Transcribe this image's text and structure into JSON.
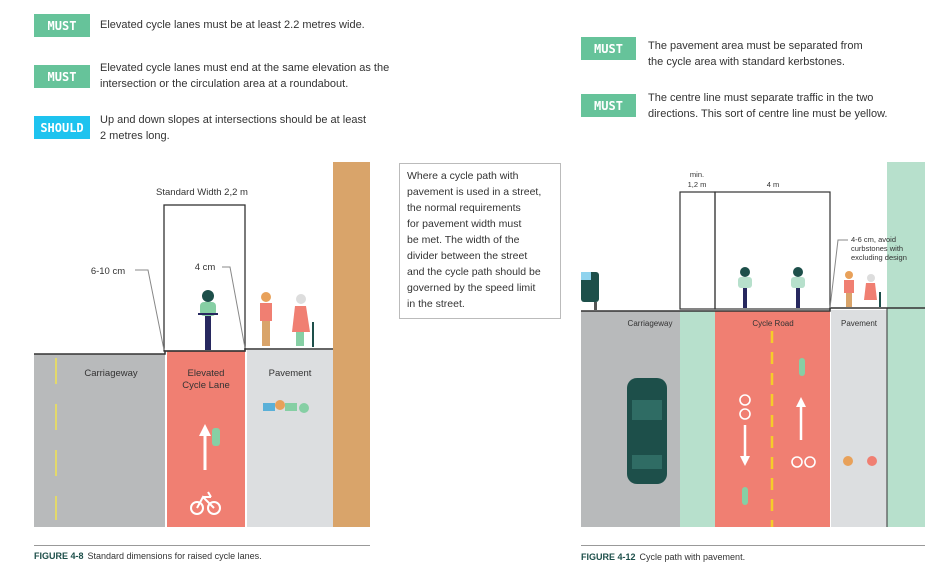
{
  "left_requirements": [
    {
      "level": "MUST",
      "lines": [
        "Elevated cycle lanes must be at least 2.2 metres wide."
      ]
    },
    {
      "level": "MUST",
      "lines": [
        "Elevated cycle lanes must end at the same elevation as the",
        "intersection or the circulation area at a roundabout."
      ]
    },
    {
      "level": "SHOULD",
      "lines": [
        "Up and down slopes at intersections should be at least",
        "2 metres long."
      ]
    }
  ],
  "right_requirements": [
    {
      "level": "MUST",
      "lines": [
        "The pavement area must be separated from",
        "the cycle area with standard kerbstones."
      ]
    },
    {
      "level": "MUST",
      "lines": [
        "The centre line must separate traffic in the two",
        "directions. This sort of centre line must be yellow."
      ]
    }
  ],
  "note": [
    "Where a cycle path with",
    "pavement is used in a street,",
    "the normal requirements",
    "for pavement width must",
    "be met. The width of the",
    "divider between the street",
    "and the cycle path should be",
    "governed by the speed limit",
    "in the street."
  ],
  "figure_left": {
    "width_label": "Standard Width 2,2 m",
    "curb_left": "6-10 cm",
    "curb_right": "4 cm",
    "carriageway": "Carriageway",
    "lane": [
      "Elevated",
      "Cycle Lane"
    ],
    "pavement": "Pavement",
    "caption_num": "FIGURE 4-8",
    "caption": "Standard dimensions for raised cycle lanes."
  },
  "figure_right": {
    "min_label": "min.",
    "divider_width": "1,2 m",
    "road_width": "4 m",
    "curb_note": [
      "4-6 cm, avoid",
      "curbstones with",
      "excluding design"
    ],
    "carriageway": "Carriageway",
    "cycle_road": "Cycle Road",
    "pavement": "Pavement",
    "caption_num": "FIGURE 4-12",
    "caption": "Cycle path with pavement."
  },
  "colors": {
    "must": "#66c39a",
    "should": "#1ec3ef",
    "cycle": "#f07f72",
    "green": "#b7e0cc",
    "building": "#d9a46a"
  }
}
